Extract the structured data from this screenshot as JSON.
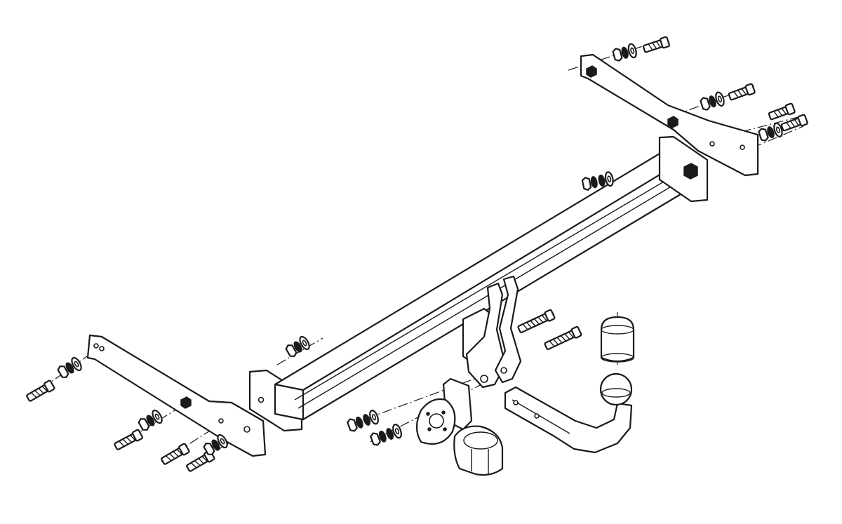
{
  "diagram": {
    "kind": "exploded assembly drawing",
    "background": "#ffffff",
    "ink": "#1a1a1a",
    "paper": "#ffffff",
    "text_labels": []
  },
  "parts": {
    "crossbar": "main-crossbar",
    "left_bracket": "left-side-bracket",
    "right_bracket": "right-side-bracket",
    "left_end_plate": "left-end-plate",
    "right_end_plate": "right-end-plate",
    "ball_mount_bracket": "ball-mount-bracket",
    "tow_ball_neck": "tow-ball-neck",
    "ball_cap": "ball-cap",
    "socket_plate": "socket-mounting-plate",
    "electrical_socket": "electrical-socket"
  },
  "hardware": {
    "bolts_visible": 10,
    "nut_washer_stacks_visible": 10
  }
}
